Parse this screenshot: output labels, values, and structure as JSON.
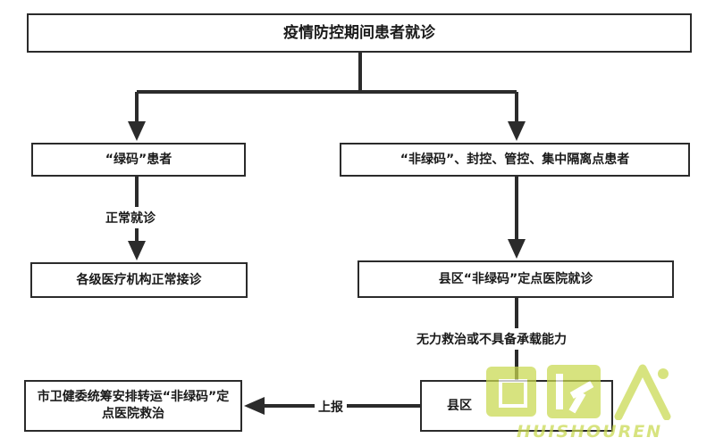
{
  "title": "疫情防控期间患者就诊",
  "branches": {
    "green_patients": "“绿码”患者",
    "non_green_patients": "“非绿码”、封控、管控、集中隔离点患者"
  },
  "edges": {
    "normal_visit": "正常就诊",
    "incapable": "无力救治或不具备承载能力",
    "report": "上报"
  },
  "outcomes": {
    "normal_reception": "各级医疗机构正常接诊",
    "county_designated": "县区“非绿码”定点医院就诊",
    "city_transfer": "市卫健委统筹安排转运“非绿码”定点医院救治",
    "county_partial": "县区"
  },
  "watermark": {
    "text": "HUISHOUREN",
    "color": "#c9d94f"
  },
  "colors": {
    "line": "#2b2b2b"
  }
}
